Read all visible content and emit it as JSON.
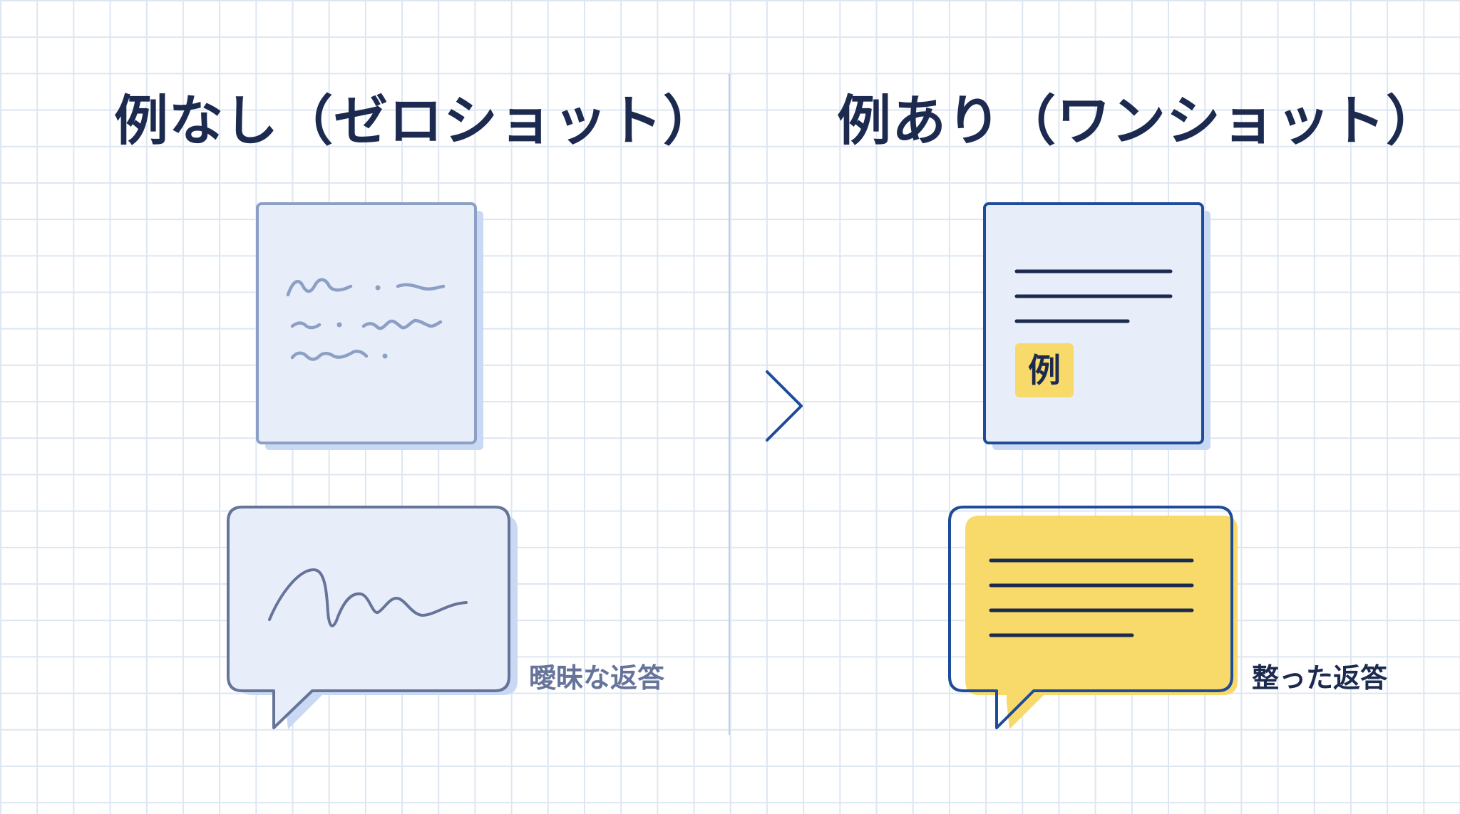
{
  "left_panel": {
    "title": "例なし（ゼロショット）",
    "caption": "曖昧な返答"
  },
  "right_panel": {
    "title": "例あり（ワンショット）",
    "example_badge": "例",
    "caption": "整った返答"
  },
  "colors": {
    "navy": "#1b2a4e",
    "blue": "#1e4b9a",
    "muted_blue": "#8c9fc4",
    "slate": "#66749a",
    "card_fill": "#e8eef9",
    "shadow": "#c9d9f4",
    "yellow": "#f8da6a",
    "grid": "#dde6f1"
  }
}
